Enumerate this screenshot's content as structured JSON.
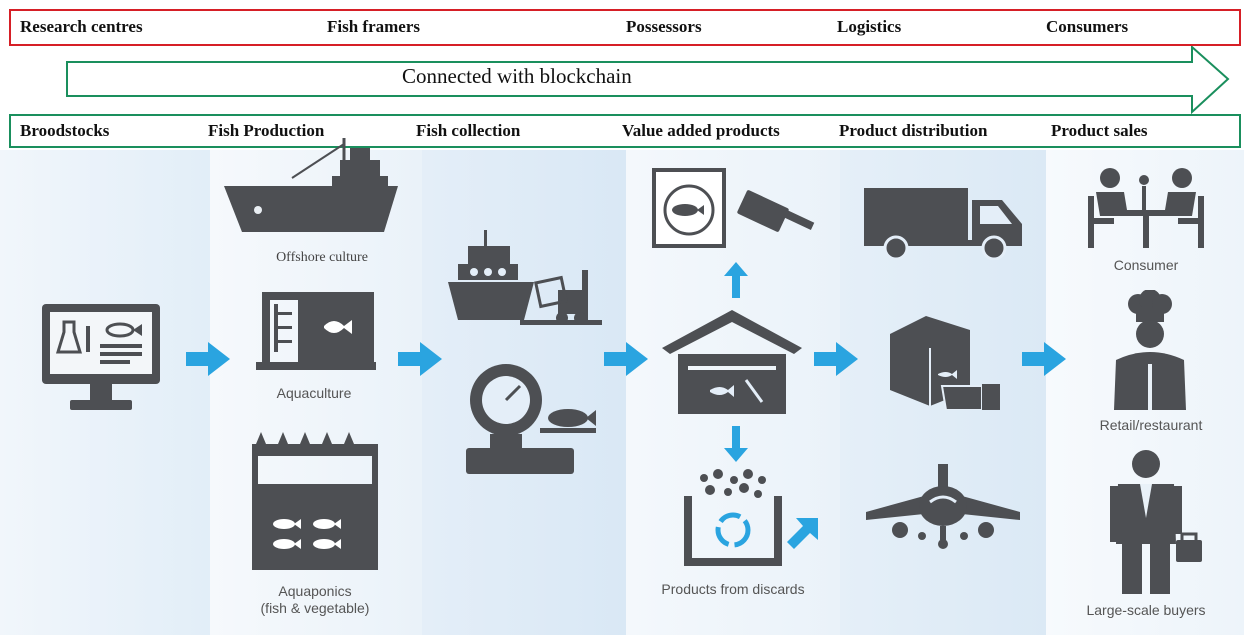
{
  "stakeholders": [
    "Research centres",
    "Fish framers",
    "Possessors",
    "Logistics",
    "Consumers"
  ],
  "blockchain_label": "Connected with blockchain",
  "stages": [
    "Broodstocks",
    "Fish Production",
    "Fish collection",
    "Value added  products",
    "Product distribution",
    "Product sales"
  ],
  "captions": {
    "offshore": "Offshore  culture",
    "aquaculture": "Aquaculture",
    "aquaponics_1": "Aquaponics",
    "aquaponics_2": "(fish & vegetable)",
    "discards": "Products from discards",
    "consumer": "Consumer",
    "retail": "Retail/restaurant",
    "buyers": "Large-scale buyers"
  },
  "colors": {
    "stakeholder_border": "#d61f26",
    "chain_border": "#1a8f5d",
    "flow_arrow": "#2aa4e0",
    "icon": "#4d4f53",
    "panel": "#e4eff8"
  }
}
